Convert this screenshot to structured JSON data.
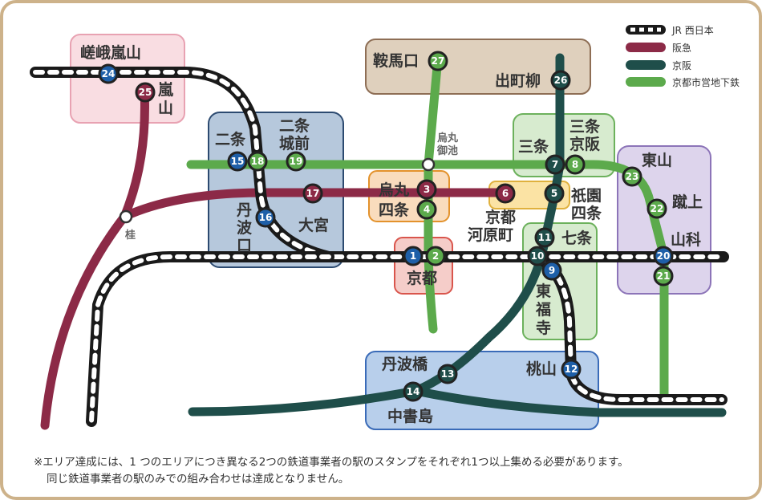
{
  "colors": {
    "jr": "#1a1a1a",
    "hankyu": "#8c2a47",
    "keihan": "#1f4e4a",
    "subway": "#5caa4c",
    "frame": "#cdb28a",
    "station_jr_hankyu_blue": "#1e5fa8"
  },
  "legend": [
    {
      "key": "jr",
      "label": "JR 西日本"
    },
    {
      "key": "hankyu",
      "label": "阪急"
    },
    {
      "key": "keihan",
      "label": "京阪"
    },
    {
      "key": "subway",
      "label": "京都市営地下鉄"
    }
  ],
  "areas": {
    "arashiyama": [
      "嵯峨嵐山",
      "嵐",
      "山"
    ],
    "nijo": [
      "二条",
      "二条",
      "城前",
      "丹",
      "波",
      "口",
      "大宮"
    ],
    "kurama": [
      "鞍馬口",
      "出町柳"
    ],
    "karasuma": [
      "烏丸",
      "四条"
    ],
    "kyoto": [
      "京都"
    ],
    "sanjo": [
      "三条",
      "三条",
      "京阪"
    ],
    "gion": [
      "祇園",
      "四条",
      "京都",
      "河原町"
    ],
    "shichijo": [
      "七条",
      "東",
      "福",
      "寺"
    ],
    "higashiyama": [
      "東山",
      "蹴上",
      "山科"
    ],
    "tambabashi": [
      "丹波橋",
      "中書島",
      "桃山"
    ]
  },
  "stations": {
    "n1": "1",
    "n2": "2",
    "n3": "3",
    "n4": "4",
    "n5": "5",
    "n6": "6",
    "n7": "7",
    "n8": "8",
    "n9": "9",
    "n10": "10",
    "n11": "11",
    "n12": "12",
    "n13": "13",
    "n14": "14",
    "n15": "15",
    "n16": "16",
    "n17": "17",
    "n18": "18",
    "n19": "19",
    "n20": "20",
    "n21": "21",
    "n22": "22",
    "n23": "23",
    "n24": "24",
    "n25": "25",
    "n26": "26",
    "n27": "27"
  },
  "minor_stations": {
    "karasuma_oike": [
      "烏丸",
      "御池"
    ],
    "katsura": "桂"
  },
  "note": {
    "line1": "※エリア達成には、1 つのエリアにつき異なる2つの鉄道事業者の駅のスタンプをそれぞれ1つ以上集める必要があります。",
    "line2": "同じ鉄道事業者の駅のみでの組み合わせは達成となりません。"
  }
}
